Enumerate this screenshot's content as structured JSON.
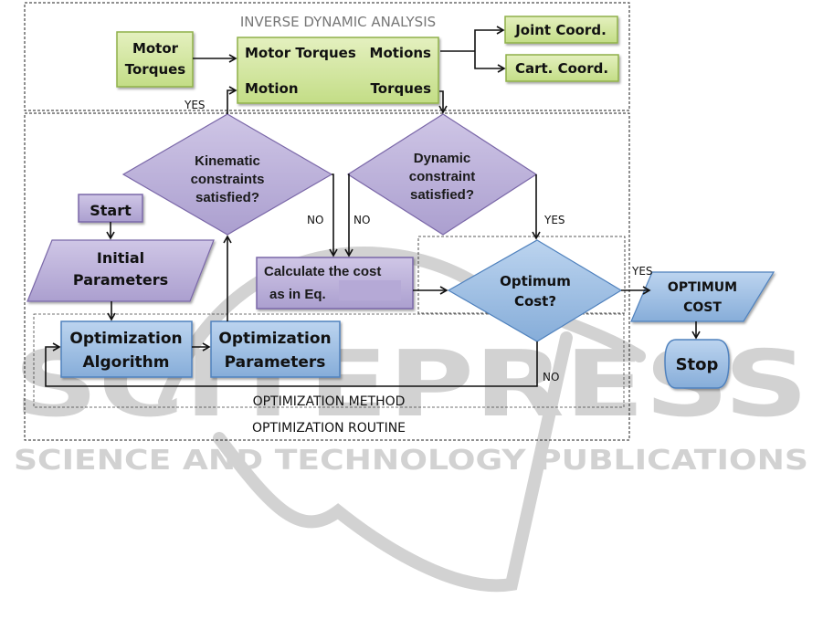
{
  "diagram": {
    "type": "flowchart",
    "colors": {
      "green_fill": "#cfe59a",
      "green_stroke": "#8fb04a",
      "purple_fill": "#b9aed6",
      "purple_stroke": "#7a67a8",
      "blue_fill": "#9ec0e6",
      "blue_stroke": "#4f81bd",
      "watermark": "#d2d2d2",
      "region_title": "#777777"
    },
    "regions": {
      "inverse_dynamic": "INVERSE DYNAMIC ANALYSIS",
      "optimization_method": "OPTIMIZATION METHOD",
      "optimization_routine": "OPTIMIZATION ROUTINE"
    },
    "nodes": {
      "motor_torques_input": [
        "Motor",
        "Torques"
      ],
      "ida_box": {
        "input_top": "Motor Torques",
        "output_top": "Motions",
        "input_bottom": "Motion",
        "output_bottom": "Torques"
      },
      "joint_coord": "Joint Coord.",
      "cart_coord": "Cart. Coord.",
      "kinematic": [
        "Kinematic",
        "constraints",
        "satisfied?"
      ],
      "dynamic": [
        "Dynamic",
        "constraint",
        "satisfied?"
      ],
      "start": "Start",
      "initial_params": [
        "Initial",
        "Parameters"
      ],
      "calc_cost": [
        "Calculate the cost",
        "as in Eq."
      ],
      "optimum_cost_q": [
        "Optimum",
        "Cost?"
      ],
      "opt_algorithm": [
        "Optimization",
        "Algorithm"
      ],
      "opt_parameters": [
        "Optimization",
        "Parameters"
      ],
      "optimum_cost_out": [
        "OPTIMUM",
        "COST"
      ],
      "stop": "Stop"
    },
    "edge_labels": {
      "yes_kinematic": "YES",
      "no_kinematic": "NO",
      "no_dynamic": "NO",
      "yes_dynamic": "YES",
      "yes_optimum": "YES",
      "no_optimum": "NO"
    }
  },
  "watermark": {
    "big": "SCITEPRESS",
    "sub": "SCIENCE AND TECHNOLOGY PUBLICATIONS"
  }
}
